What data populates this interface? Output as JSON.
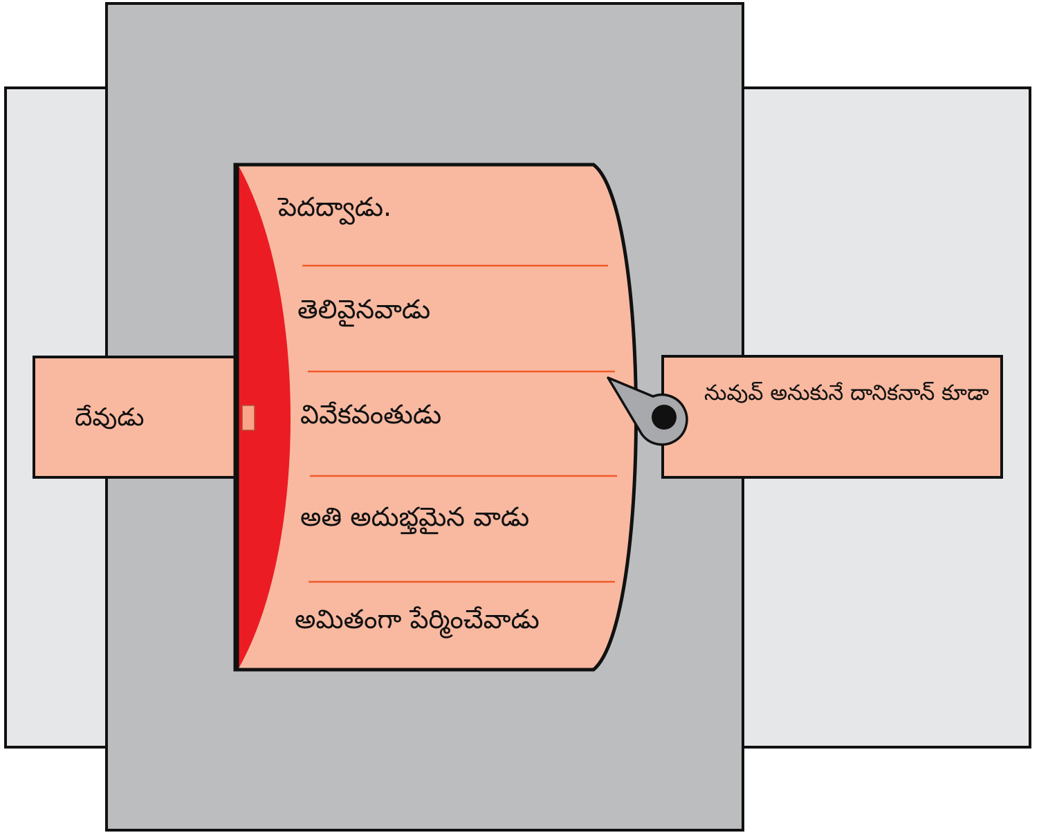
{
  "colors": {
    "outer_panel": "#e5e7e9",
    "center_panel": "#bbbdbf",
    "drum_fill": "#f9b9a0",
    "drum_edge": "#ec1c24",
    "divider": "#f15a29",
    "outline": "#111111",
    "pointer": "#a7a9ac"
  },
  "left_box": {
    "label": "దేవుడు"
  },
  "drum": {
    "items": [
      "పెదద్వాడు.",
      "తెలివైనవాడు",
      "వివేకవంతుడు",
      "అతి అదుభ్తమైన వాడు",
      "అమితంగా పేర్మించేవాడు"
    ]
  },
  "right_box": {
    "label": "నువువ్ అనుకునే దానికనాన్ కూడా"
  }
}
